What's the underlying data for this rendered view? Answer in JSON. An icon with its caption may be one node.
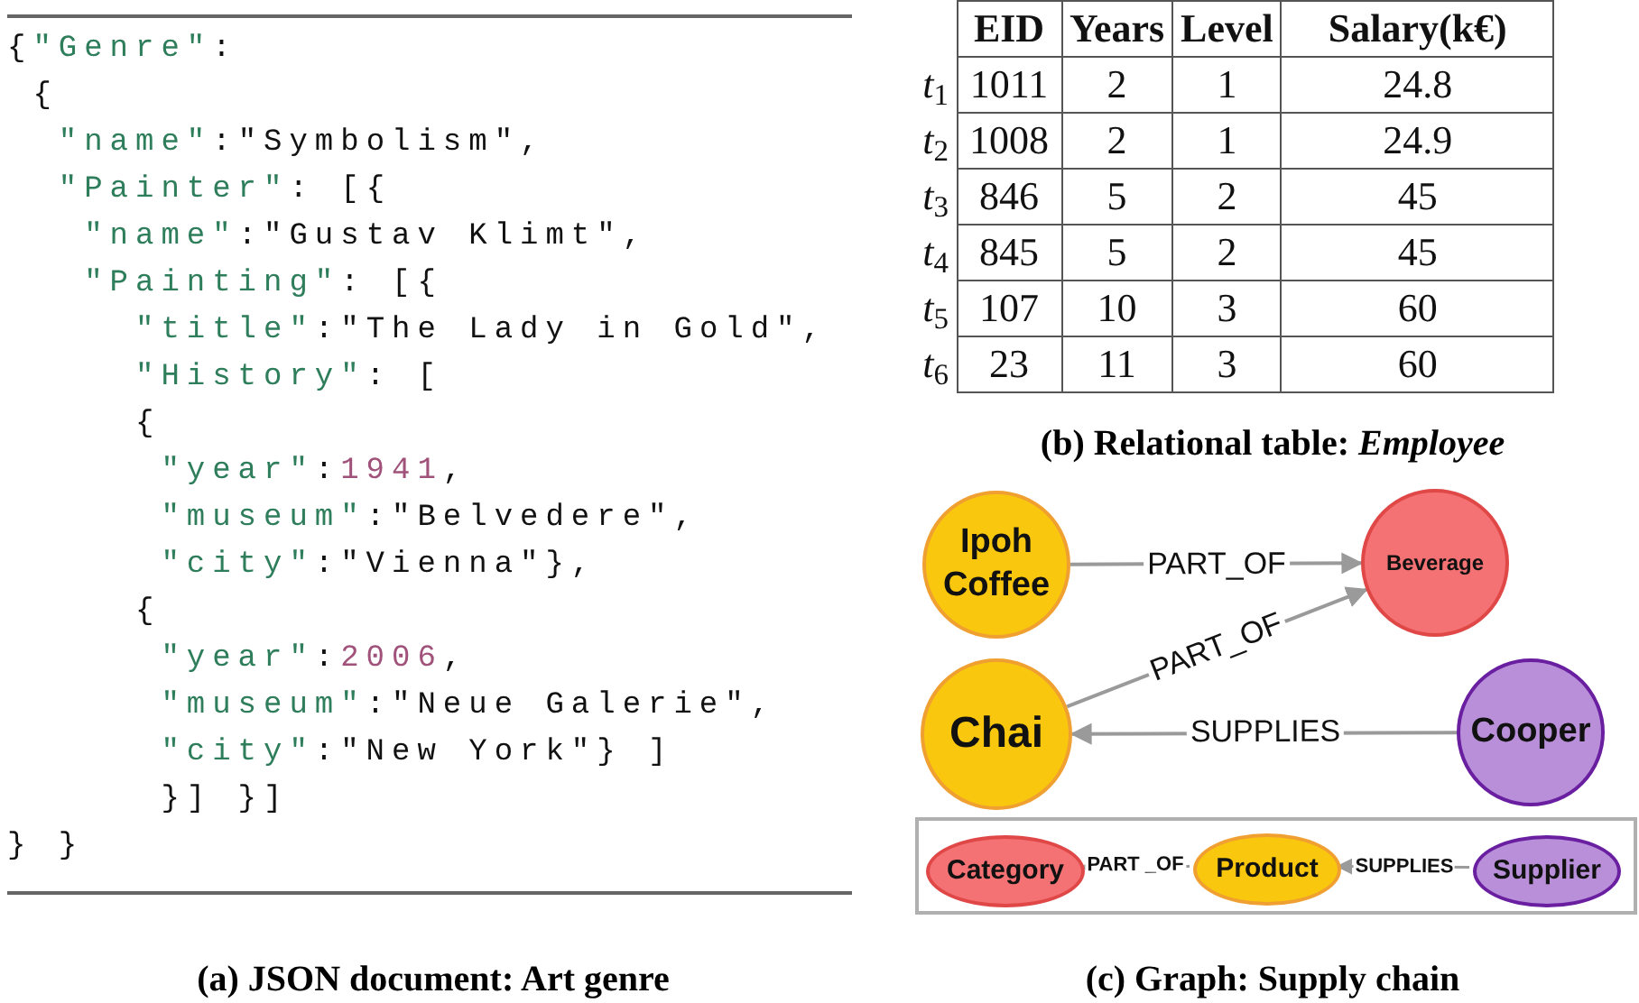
{
  "diagram": {
    "nodes": [
      {
        "text": [
          "Ipoh Coffee"
        ]
      },
      {
        "text": [
          "Beverage"
        ]
      },
      {
        "text": [
          "Chai"
        ]
      },
      {
        "text": [
          "Cooper"
        ]
      },
      {
        "text": [],
        "shape": "box"
      },
      {
        "text": [
          "Category"
        ],
        "in": 4
      },
      {
        "text": [
          "Product"
        ],
        "in": 4
      },
      {
        "text": [
          "Supplier"
        ],
        "in": 4
      }
    ],
    "edges": [
      {
        "from": 0,
        "to": 1,
        "arrow": "to",
        "label": "PART_OF"
      },
      {
        "from": 2,
        "to": 1,
        "arrow": "to",
        "label": "PART_OF"
      },
      {
        "from": 3,
        "to": 2,
        "arrow": "to",
        "label": "SUPPLIES"
      },
      {
        "from": 6,
        "to": 5,
        "arrow": "to",
        "label": "PART _OF"
      },
      {
        "from": 7,
        "to": 6,
        "arrow": "to",
        "label": "SUPPLIES"
      }
    ],
    "labels": [
      "{\"Genre\":",
      "{",
      "\"name\":\"Symbolism\",",
      "\"Painter\": [{",
      "\"name\":\"Gustav Klimt\",",
      "\"Painting\": [{",
      "\"title\":\"The Lady in Gold\",",
      "\"History\": [",
      "{",
      "\"year\":1941,",
      "\"museum\":\"Belvedere\",",
      "\"city\":\"Vienna\"},",
      "{",
      "\"year\":2006,",
      "\"museum\":\"Neue Galerie\",",
      "\"city\":\"New York\"} ]",
      "}] }]",
      "} }",
      "EID",
      "Years",
      "Level",
      "Salary(k€)",
      "*t*$_{1}$",
      "1011",
      "2",
      "1",
      "24.8",
      "*t*$_{2}$",
      "1008",
      "2",
      "1",
      "24.9",
      "*t*$_{3}$",
      "846",
      "5",
      "2",
      "45",
      "*t*$_{4}$",
      "845",
      "5",
      "2",
      "45",
      "*t*$_{5}$",
      "107",
      "10",
      "3",
      "60",
      "*t*$_{6}$",
      "23",
      "11",
      "3",
      "60",
      "(b) Relational table: *Employee*",
      "(a) JSON document: Art genre",
      "(c) Graph: Supply chain"
    ]
  }
}
